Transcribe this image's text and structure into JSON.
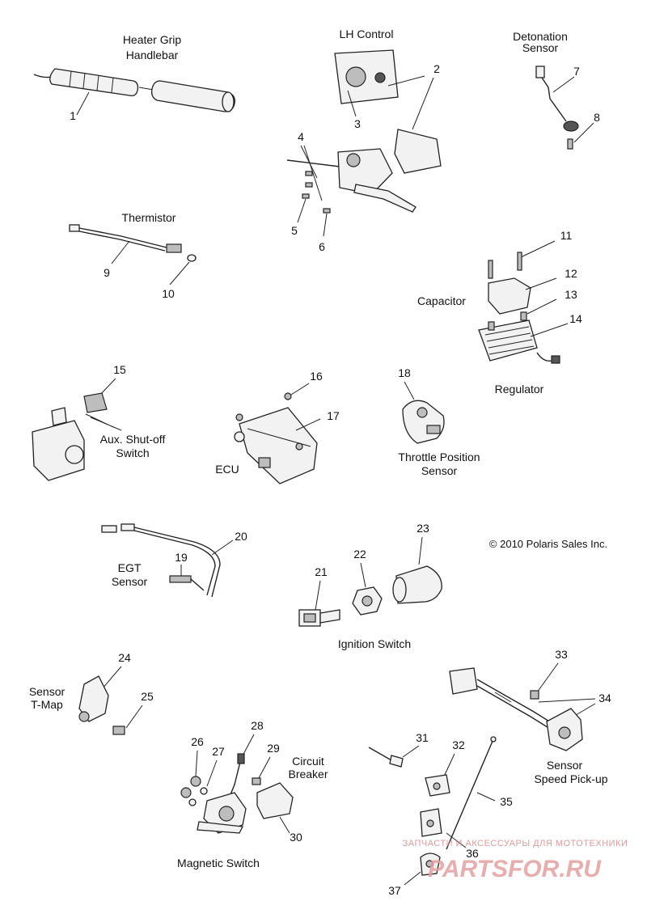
{
  "labels": {
    "heater_grip": [
      "Heater Grip",
      "Handlebar"
    ],
    "lh_control": "LH Control",
    "detonation_sensor": [
      "Detonation",
      "Sensor"
    ],
    "thermistor": "Thermistor",
    "capacitor": "Capacitor",
    "regulator": "Regulator",
    "aux_shutoff": [
      "Aux. Shut-off",
      "Switch"
    ],
    "ecu": "ECU",
    "tps": [
      "Throttle Position",
      "Sensor"
    ],
    "copyright": "© 2010 Polaris Sales Inc.",
    "egt_sensor": [
      "EGT",
      "Sensor"
    ],
    "ignition_switch": "Ignition Switch",
    "sensor_tmap": [
      "Sensor",
      "T-Map"
    ],
    "circuit_breaker": [
      "Circuit",
      "Breaker"
    ],
    "magnetic_switch": "Magnetic Switch",
    "speed_pickup": [
      "Sensor",
      "Speed Pick-up"
    ]
  },
  "callouts": {
    "n1": "1",
    "n2": "2",
    "n3": "3",
    "n4": "4",
    "n5": "5",
    "n6": "6",
    "n7": "7",
    "n8": "8",
    "n9": "9",
    "n10": "10",
    "n11": "11",
    "n12": "12",
    "n13": "13",
    "n14": "14",
    "n15": "15",
    "n16": "16",
    "n17": "17",
    "n18": "18",
    "n19": "19",
    "n20": "20",
    "n21": "21",
    "n22": "22",
    "n23": "23",
    "n24": "24",
    "n25": "25",
    "n26": "26",
    "n27": "27",
    "n28": "28",
    "n29": "29",
    "n30": "30",
    "n31": "31",
    "n32": "32",
    "n33": "33",
    "n34": "34",
    "n35": "35",
    "n36": "36",
    "n37": "37"
  },
  "watermark": {
    "tagline": "ЗАПЧАСТИ И АКСЕССУАРЫ ДЛЯ МОТОТЕХНИКИ",
    "brand": "PARTSFOR.RU"
  }
}
